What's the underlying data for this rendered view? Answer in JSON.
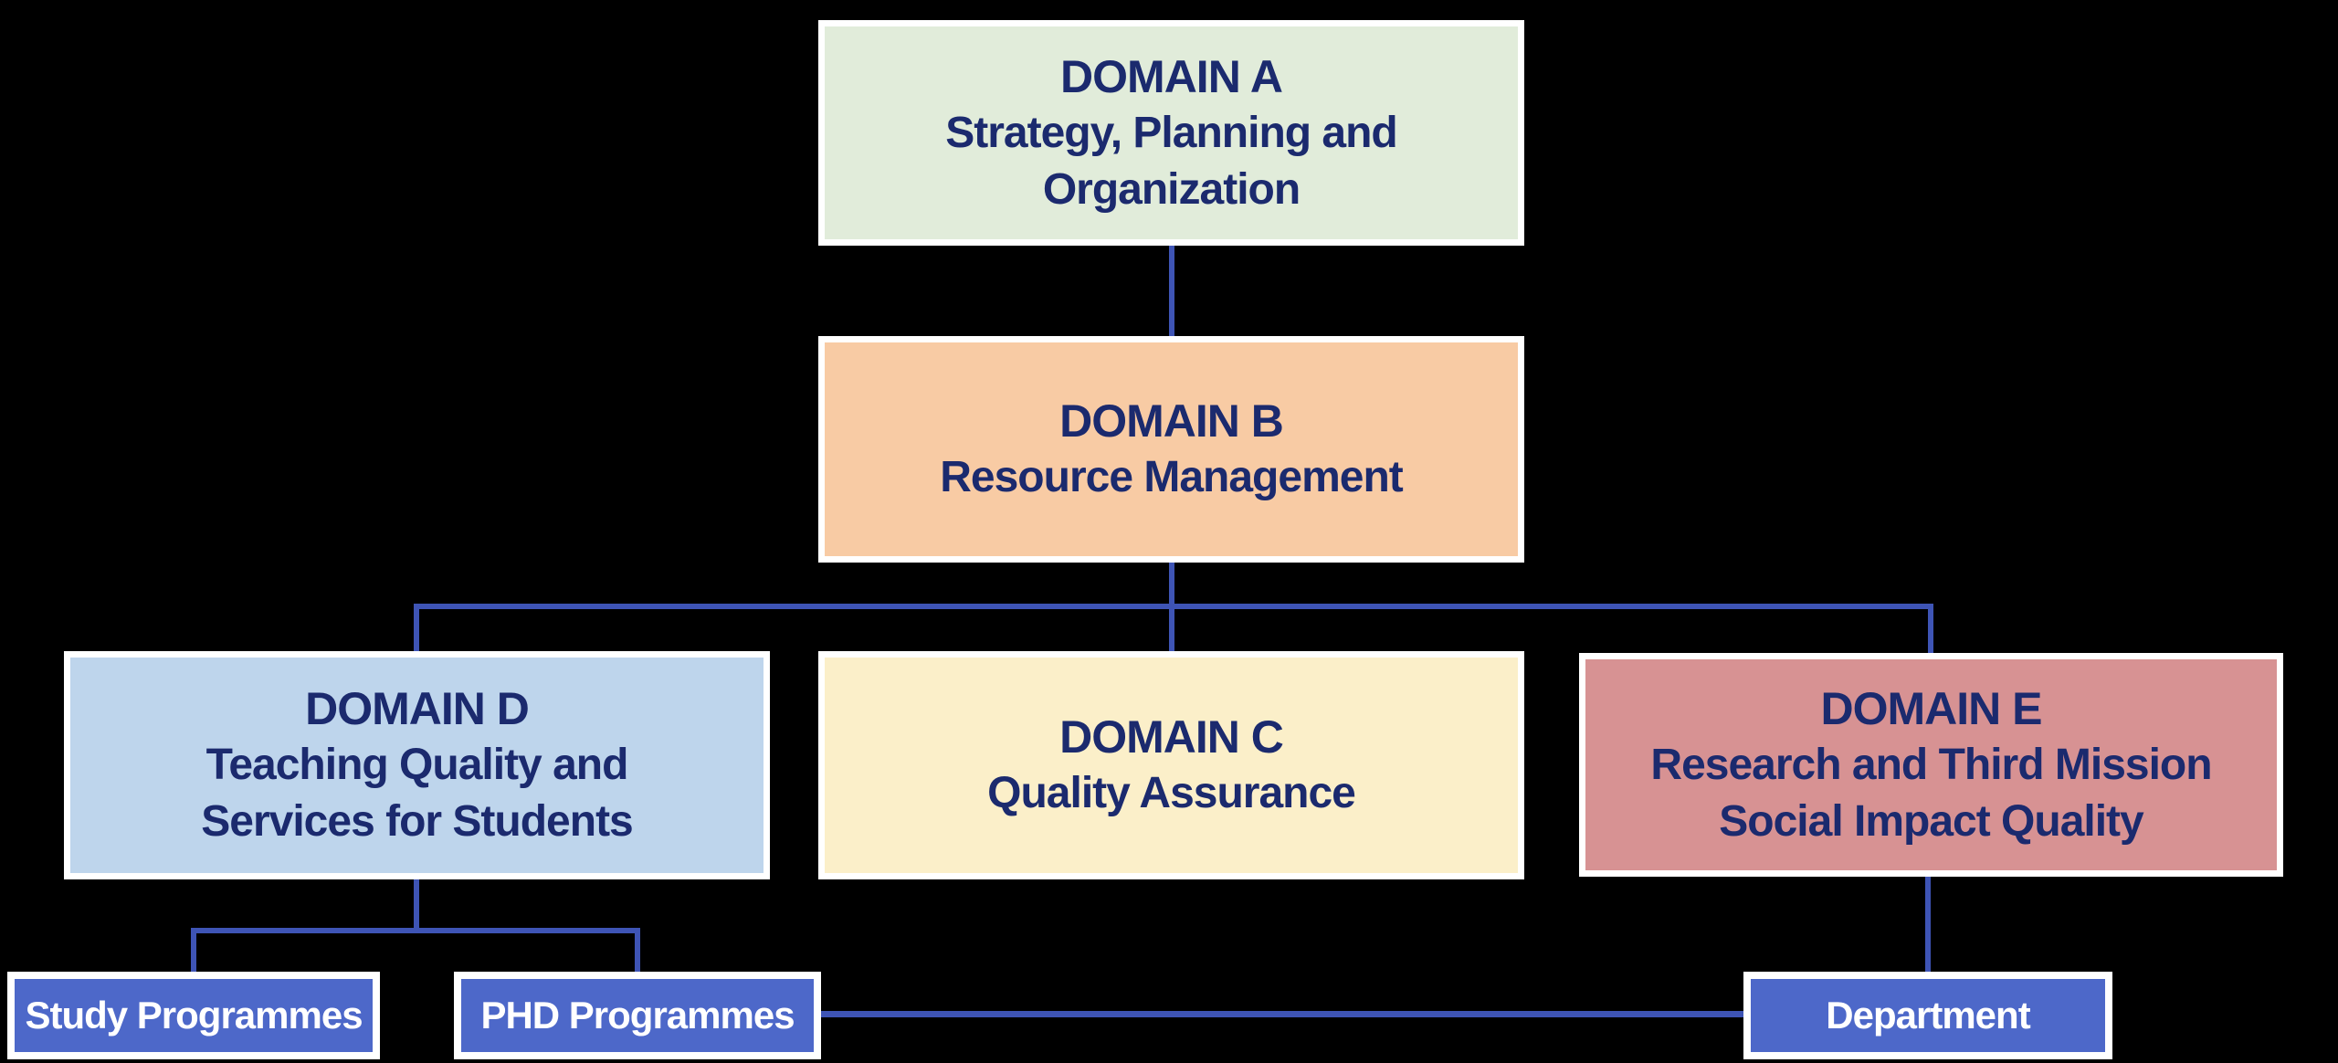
{
  "diagram": {
    "background": "#000000",
    "connector_color": "#3e54b5",
    "nodes": {
      "domain_a": {
        "title": "DOMAIN A",
        "lines": [
          "Strategy, Planning and",
          "Organization"
        ],
        "fill": "#e1ecda",
        "text_color": "#1b2a6e"
      },
      "domain_b": {
        "title": "DOMAIN B",
        "lines": [
          "Resource Management"
        ],
        "fill": "#f8cba4",
        "text_color": "#1b2a6e"
      },
      "domain_d": {
        "title": "DOMAIN D",
        "lines": [
          "Teaching Quality and",
          "Services for Students"
        ],
        "fill": "#bed5ec",
        "text_color": "#1b2a6e"
      },
      "domain_c": {
        "title": "DOMAIN C",
        "lines": [
          "Quality Assurance"
        ],
        "fill": "#fbefc9",
        "text_color": "#1b2a6e"
      },
      "domain_e": {
        "title": "DOMAIN E",
        "lines": [
          "Research and Third Mission",
          "Social Impact Quality"
        ],
        "fill": "#d79293",
        "text_color": "#1b2a6e"
      },
      "study_programmes": {
        "label": "Study Programmes",
        "fill": "#4d68c9",
        "text_color": "#ffffff"
      },
      "phd_programmes": {
        "label": "PHD Programmes",
        "fill": "#4d68c9",
        "text_color": "#ffffff"
      },
      "department": {
        "label": "Department",
        "fill": "#4d68c9",
        "text_color": "#ffffff"
      }
    },
    "edges": [
      {
        "from": "domain_a",
        "to": "domain_b"
      },
      {
        "from": "domain_b",
        "to": "domain_d"
      },
      {
        "from": "domain_b",
        "to": "domain_c"
      },
      {
        "from": "domain_b",
        "to": "domain_e"
      },
      {
        "from": "domain_d",
        "to": "study_programmes"
      },
      {
        "from": "domain_d",
        "to": "phd_programmes"
      },
      {
        "from": "domain_e",
        "to": "department"
      },
      {
        "from": "phd_programmes",
        "to": "department"
      }
    ]
  }
}
